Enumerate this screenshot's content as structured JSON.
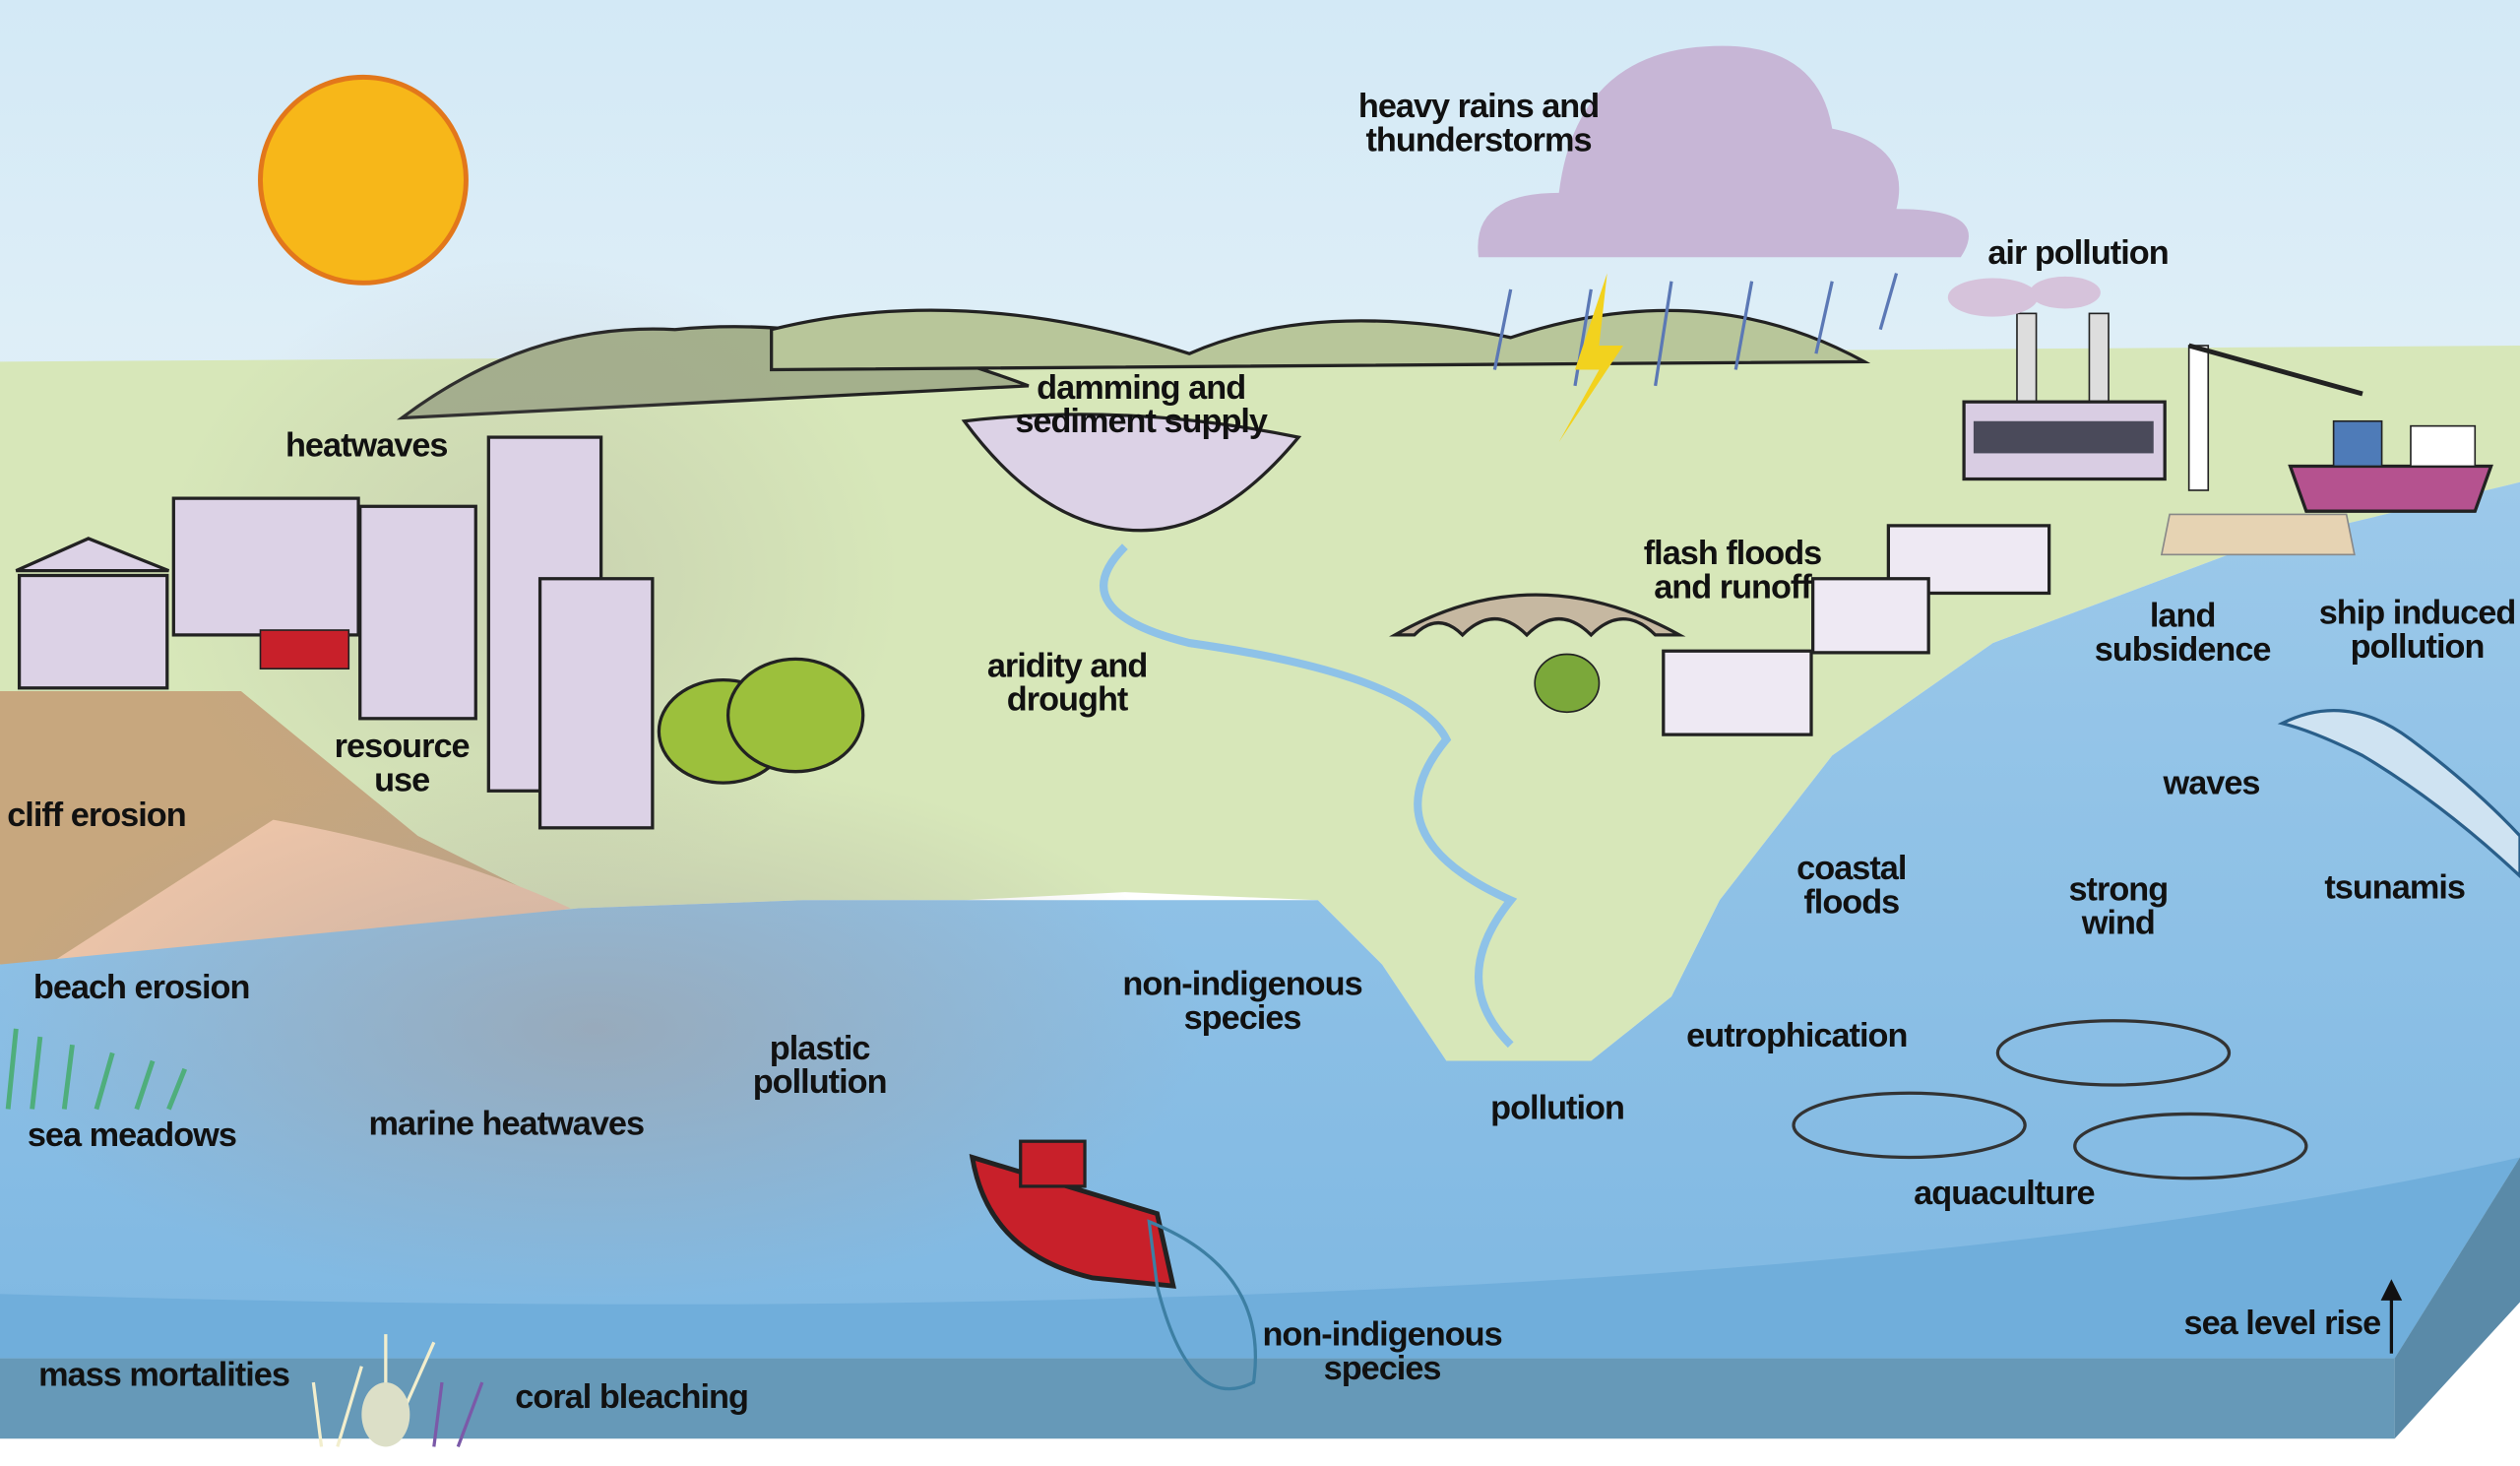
{
  "title": "Coastal and marine climate and human pressures",
  "colors": {
    "sky": "#d3e9f6",
    "land": "#d7e7b9",
    "sea_shallow": "#8ec2e8",
    "sea_deep": "#6fafdb",
    "seabed": "#6699b8",
    "sun": "#f7b719",
    "cloud": "#c7b6d6"
  },
  "labels": {
    "heavy_rains": [
      "heavy rains and",
      "thunderstorms"
    ],
    "air_pollution": [
      "air pollution"
    ],
    "heatwaves": [
      "heatwaves"
    ],
    "damming": [
      "damming and",
      "sediment supply"
    ],
    "flash_floods": [
      "flash floods",
      "and runoff"
    ],
    "land_subsidence": [
      "land",
      "subsidence"
    ],
    "ship_pollution": [
      "ship induced",
      "pollution"
    ],
    "resource_use": [
      "resource",
      "use"
    ],
    "aridity": [
      "aridity and",
      "drought"
    ],
    "waves": [
      "waves"
    ],
    "cliff_erosion": [
      "cliff erosion"
    ],
    "coastal_floods": [
      "coastal",
      "floods"
    ],
    "strong_wind": [
      "strong",
      "wind"
    ],
    "tsunamis": [
      "tsunamis"
    ],
    "beach_erosion": [
      "beach erosion"
    ],
    "nis_land": [
      "non-indigenous",
      "species"
    ],
    "plastic": [
      "plastic",
      "pollution"
    ],
    "eutrophication": [
      "eutrophication"
    ],
    "pollution": [
      "pollution"
    ],
    "sea_meadows": [
      "sea meadows"
    ],
    "marine_heatwaves": [
      "marine heatwaves"
    ],
    "aquaculture": [
      "aquaculture"
    ],
    "sea_level_rise": [
      "sea level rise"
    ],
    "nis_sea": [
      "non-indigenous",
      "species"
    ],
    "mass_mortalities": [
      "mass mortalities"
    ],
    "coral_bleaching": [
      "coral bleaching"
    ]
  }
}
